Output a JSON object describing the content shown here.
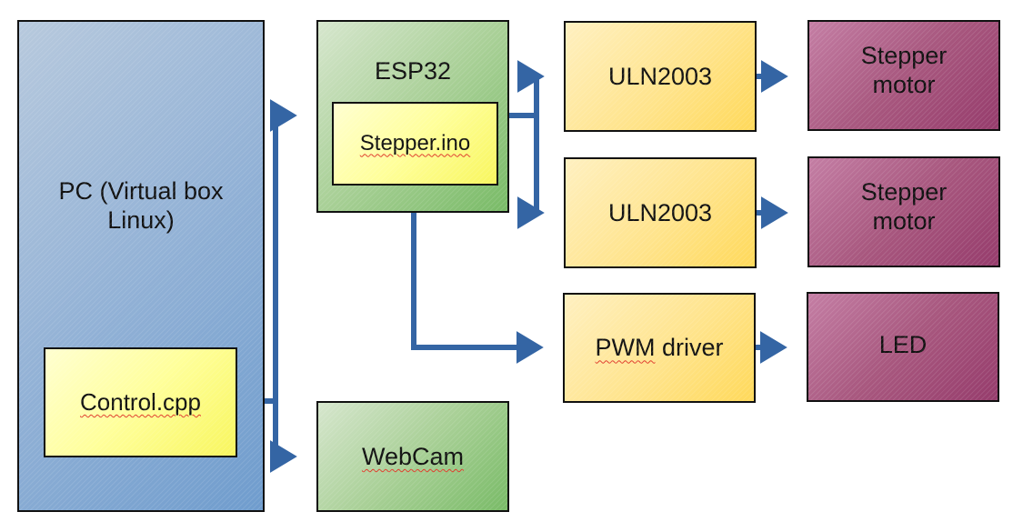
{
  "diagram": {
    "nodes": [
      {
        "id": "pc",
        "label": "PC (Virtual box Linux)",
        "line1": "PC (Virtual box",
        "line2": "Linux)",
        "color": "#8fb0d6"
      },
      {
        "id": "control",
        "label": "Control.cpp",
        "parent": "pc",
        "color": "#ffff9a"
      },
      {
        "id": "esp32",
        "label": "ESP32",
        "color": "#a9d097"
      },
      {
        "id": "stepper_ino",
        "label": "Stepper.ino",
        "parent": "esp32",
        "color": "#ffff9a"
      },
      {
        "id": "webcam",
        "label": "WebCam",
        "color": "#a9d097"
      },
      {
        "id": "uln2003_1",
        "label": "ULN2003",
        "color": "#ffe48d"
      },
      {
        "id": "uln2003_2",
        "label": "ULN2003",
        "color": "#ffe48d"
      },
      {
        "id": "pwm_driver",
        "label": "PWM driver",
        "label_part1": "PWM",
        "label_part2": " driver",
        "color": "#ffe48d"
      },
      {
        "id": "motor_1",
        "label": "Stepper motor",
        "line1": "Stepper",
        "line2": "motor",
        "color": "#a8587f"
      },
      {
        "id": "motor_2",
        "label": "Stepper motor",
        "line1": "Stepper",
        "line2": "motor",
        "color": "#a8587f"
      },
      {
        "id": "led",
        "label": "LED",
        "color": "#a8587f"
      }
    ],
    "edges": [
      {
        "from": "control",
        "to": "esp32"
      },
      {
        "from": "control",
        "to": "webcam"
      },
      {
        "from": "stepper_ino",
        "to": "uln2003_1"
      },
      {
        "from": "stepper_ino",
        "to": "uln2003_2"
      },
      {
        "from": "esp32",
        "to": "pwm_driver"
      },
      {
        "from": "uln2003_1",
        "to": "motor_1"
      },
      {
        "from": "uln2003_2",
        "to": "motor_2"
      },
      {
        "from": "pwm_driver",
        "to": "led"
      }
    ],
    "arrow_color": "#3465a4"
  }
}
